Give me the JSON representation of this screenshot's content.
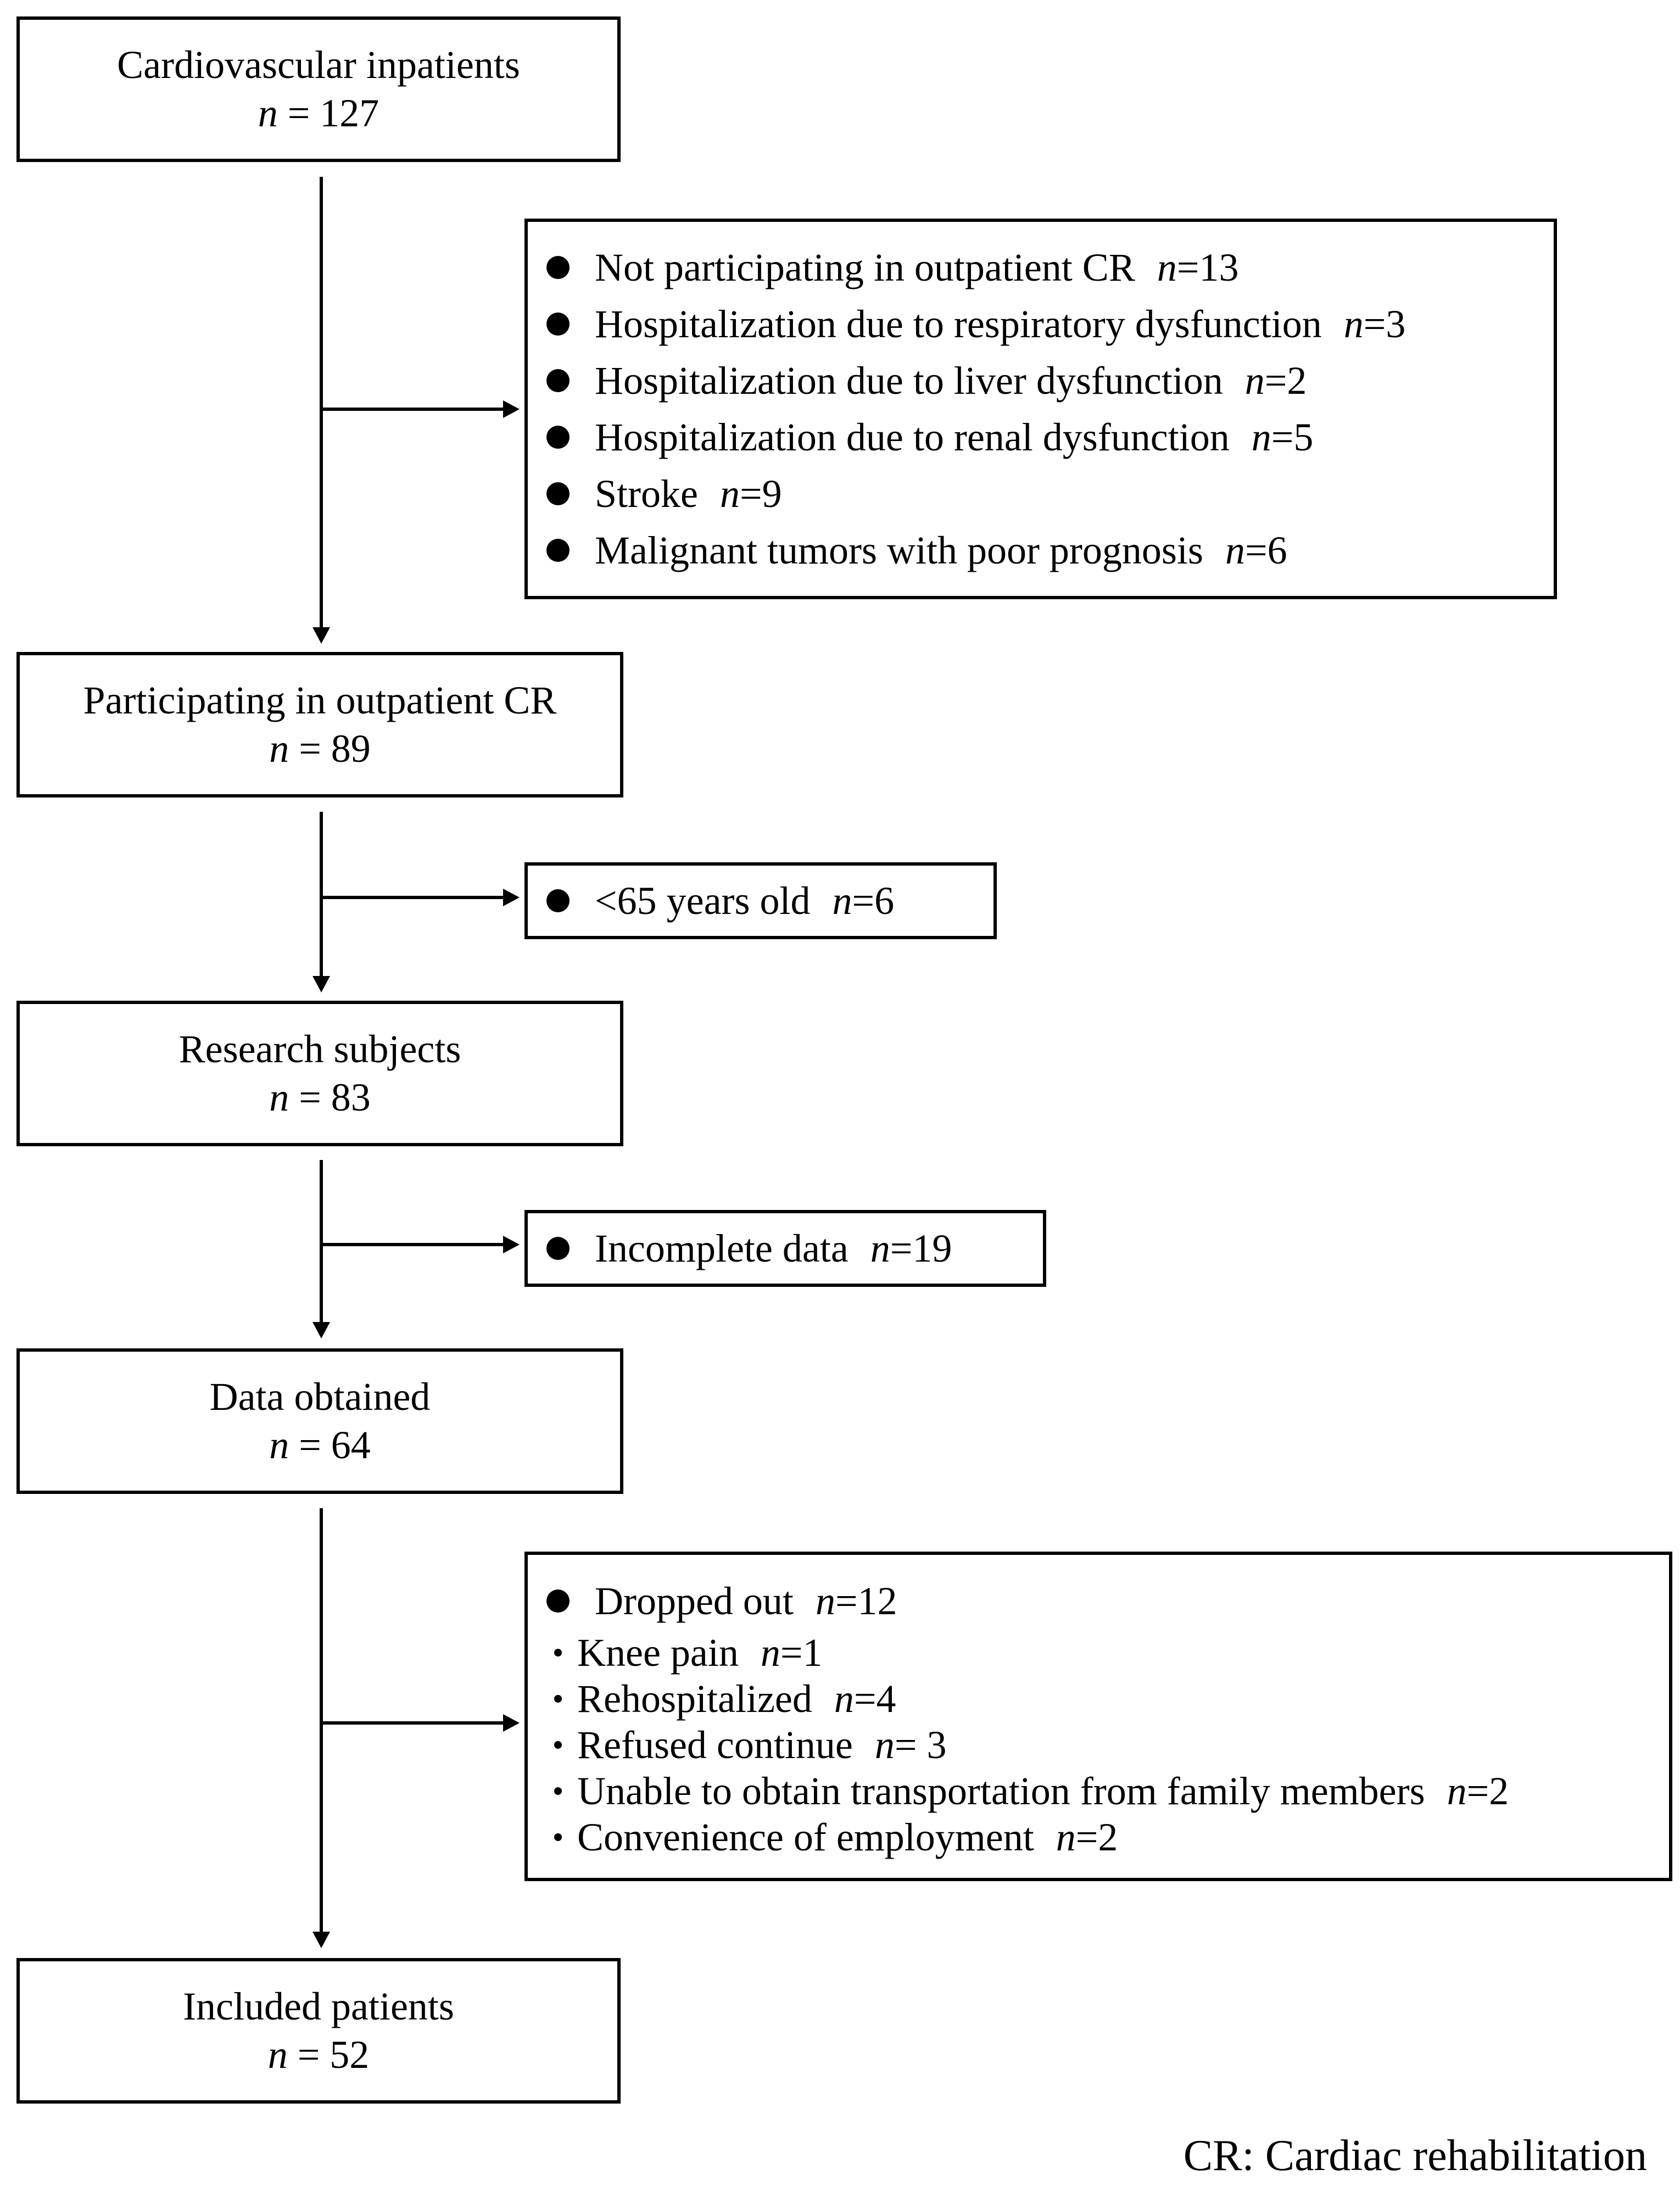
{
  "steps": [
    {
      "label": "Cardiovascular inpatients",
      "n": "127"
    },
    {
      "label": "Participating in outpatient CR",
      "n": "89"
    },
    {
      "label": "Research subjects",
      "n": "83"
    },
    {
      "label": "Data obtained",
      "n": "64"
    },
    {
      "label": "Included patients",
      "n": "52"
    }
  ],
  "n_symbol": "n",
  "eq": " = ",
  "exclusions": {
    "first": [
      {
        "label": "Not participating in outpatient CR",
        "n": "13"
      },
      {
        "label": "Hospitalization due to respiratory dysfunction",
        "n": "3"
      },
      {
        "label": "Hospitalization due to liver dysfunction",
        "n": "2"
      },
      {
        "label": "Hospitalization due to renal dysfunction",
        "n": "5"
      },
      {
        "label": "Stroke",
        "n": "9"
      },
      {
        "label": "Malignant tumors with poor prognosis",
        "n": "6"
      }
    ],
    "second": [
      {
        "label": "<65 years old",
        "n": "6"
      }
    ],
    "third": [
      {
        "label": "Incomplete data",
        "n": "19"
      }
    ],
    "fourth": {
      "label": "Dropped out",
      "n": "12",
      "reasons": [
        {
          "label": "Knee pain",
          "n": "1"
        },
        {
          "label": "Rehospitalized",
          "n": "4"
        },
        {
          "label": "Refused continue",
          "n": " 3"
        },
        {
          "label": "Unable to obtain transportation from family members",
          "n": "2"
        },
        {
          "label": "Convenience of employment",
          "n": "2"
        }
      ]
    }
  },
  "footnote": "CR: Cardiac rehabilitation"
}
